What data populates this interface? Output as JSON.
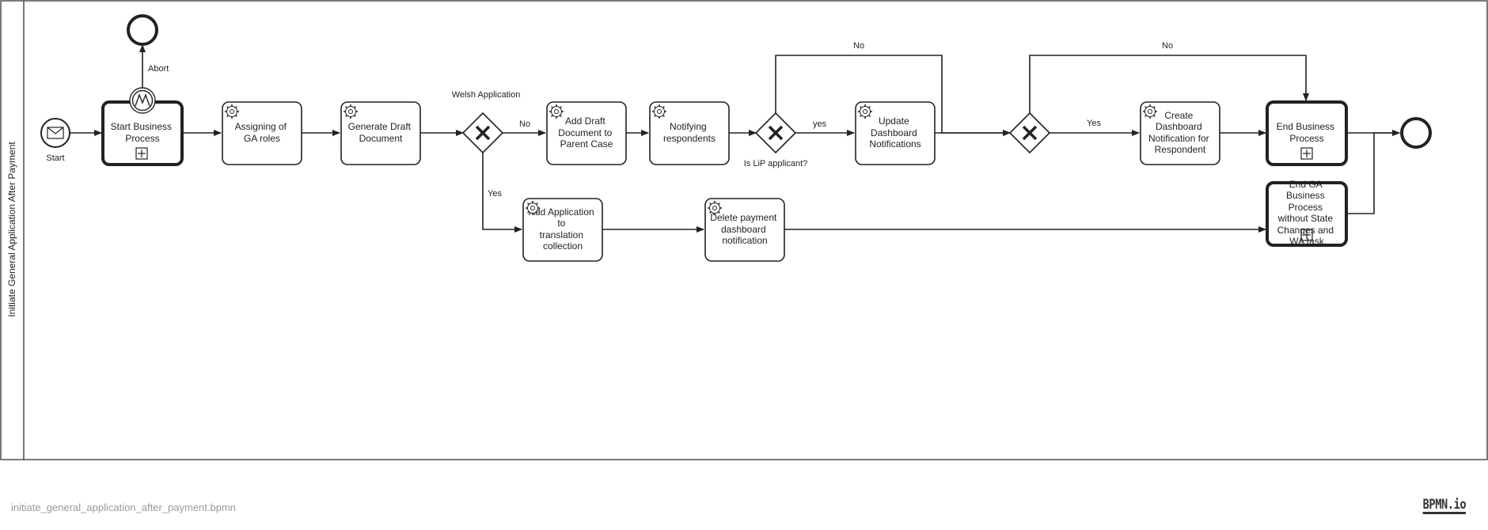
{
  "pool": {
    "label": "Initiate General Application After Payment"
  },
  "footer": {
    "filename": "initiate_general_application_after_payment.bpmn",
    "logo": "BPMN.io"
  },
  "events": {
    "start": {
      "label": "Start",
      "icon": "envelope-icon"
    },
    "abort": {
      "label": "Abort",
      "icon": "signal-icon"
    }
  },
  "tasks": {
    "start_business_process": [
      "Start Business",
      "Process"
    ],
    "assigning_roles": [
      "Assigning of",
      "GA roles"
    ],
    "generate_draft": [
      "Generate Draft",
      "Document"
    ],
    "add_draft_parent": [
      "Add Draft",
      "Document to",
      "Parent Case"
    ],
    "notifying_respondents": [
      "Notifying",
      "respondents"
    ],
    "update_dashboard": [
      "Update",
      "Dashboard",
      "Notifications"
    ],
    "create_dashboard": [
      "Create",
      "Dashboard",
      "Notification for",
      "Respondent"
    ],
    "end_business_process": [
      "End Business",
      "Process"
    ],
    "add_translation": [
      "Add Application",
      "to",
      "translation",
      "collection"
    ],
    "delete_payment": [
      "Delete payment",
      "dashboard",
      "notification"
    ],
    "end_ga_without_state": [
      "End GA",
      "Business",
      "Process",
      "without State",
      "Changes and",
      "WA task"
    ]
  },
  "gateways": {
    "welsh": {
      "label": "Welsh Application"
    },
    "lip": {
      "label": "Is LiP applicant?"
    }
  },
  "flows": {
    "no_welsh": "No",
    "yes_welsh": "Yes",
    "yes_lip": "yes",
    "no_lip": "No",
    "yes_third": "Yes",
    "no_third": "No"
  }
}
